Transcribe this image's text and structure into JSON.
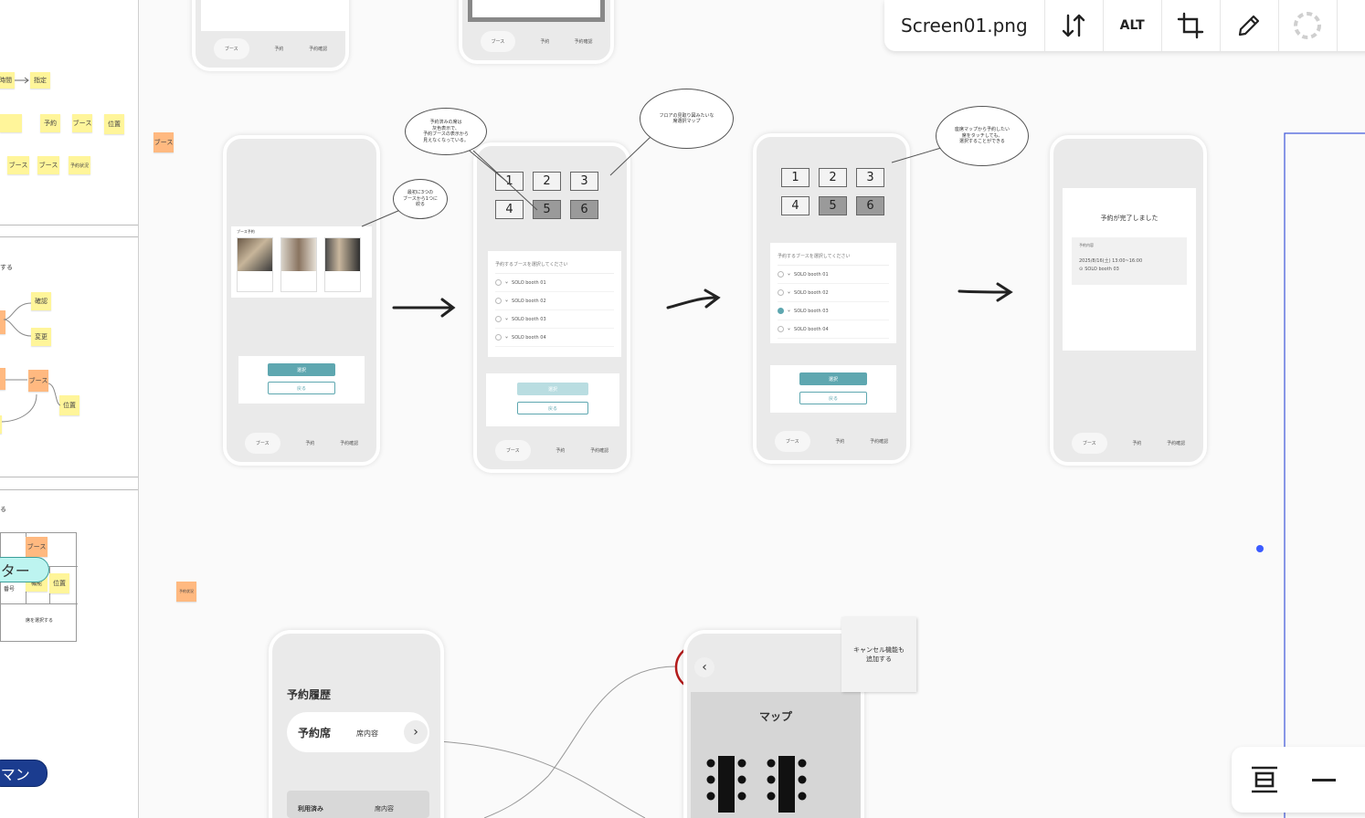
{
  "toolbar": {
    "filename": "Screen01.png",
    "alt_label": "ALT",
    "icons": [
      "swap-vertical-icon",
      "alt-text-icon",
      "crop-icon",
      "pencil-icon",
      "loading-spinner-icon"
    ]
  },
  "left_panel": {
    "row1": [
      "時間",
      "指定"
    ],
    "row2": [
      "予約",
      "ブース",
      "位置"
    ],
    "row3": [
      "ブース",
      "ブース",
      "予約状況"
    ],
    "section2_title": "する",
    "confirm": "確認",
    "change": "変更",
    "booth": "ブース",
    "position": "位置",
    "section3_title": "る",
    "table_booth": "ブース",
    "table_number": "番号",
    "table_position": "位置",
    "table_function": "機能",
    "select_seat": "席を選択する",
    "pill_center": "-ター",
    "pill_bottom": "-マン"
  },
  "canvas_stickies": {
    "booth": "ブース",
    "reservation_status": "予約状況"
  },
  "nav_tabs": [
    "ブース",
    "予約",
    "予約確認"
  ],
  "screen1": {
    "title": "ブース予約",
    "select": "選択",
    "back": "戻る"
  },
  "seat_numbers": [
    "1",
    "2",
    "3",
    "4",
    "5",
    "6"
  ],
  "booth_header": "予約するブースを選択してください",
  "booths": [
    "SOLO booth 01",
    "SOLO booth 02",
    "SOLO booth 03",
    "SOLO booth 04"
  ],
  "screen2": {
    "select": "選択",
    "back": "戻る"
  },
  "screen3": {
    "select": "選択",
    "back": "戻る"
  },
  "screen4": {
    "done": "予約が完了しました",
    "detail_label": "予約内容",
    "datetime": "2025/8/16(土) 13:00~16:00",
    "booth": "SOLO booth 03"
  },
  "bubbles": {
    "b1": "最初に3つの\nブースから1つに\n絞る",
    "b2": "予約済みの席は\n灰色表示で、\n予約ブースの表示から\n見えなくなっている。",
    "b3": "フロアの見取り図みたいな\n席選択マップ",
    "b4": "座席マップから予約したい\n席をタッチしても、\n選択することができる"
  },
  "history": {
    "title": "予約履歴",
    "seat_label": "予約席",
    "seat_detail": "席内容",
    "used_label": "利用済み",
    "used_detail": "席内容"
  },
  "map": {
    "title": "マップ",
    "note": "キャンセル機能も\n追加する"
  },
  "zoom": {
    "fit_icon": "fit-screen-icon",
    "minus_icon": "zoom-out-icon"
  }
}
